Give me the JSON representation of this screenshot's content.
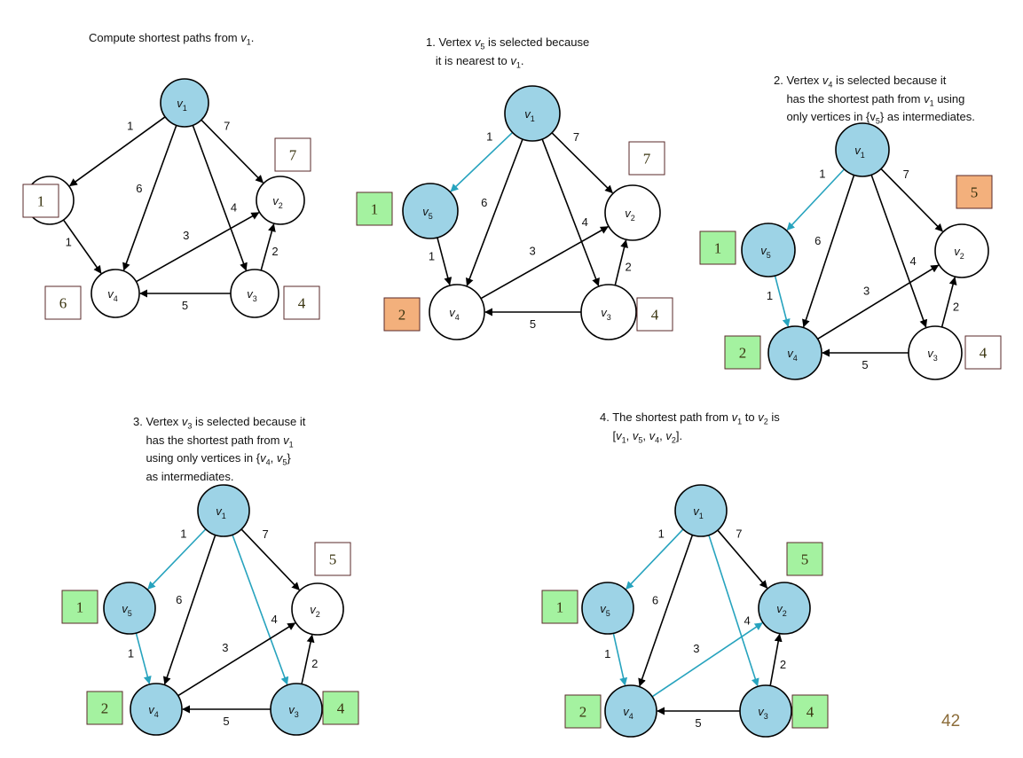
{
  "colors": {
    "visited_fill": "#9dd3e6",
    "unvisited_fill": "#ffffff",
    "tree_edge": "#27a3be",
    "normal_edge": "#000000",
    "box_green": "#a4f2a0",
    "box_orange": "#f3b07c",
    "box_white": "#ffffff",
    "box_border": "#5a2a2a",
    "box_text": "#3a3410"
  },
  "page_number": "42",
  "panels": [
    {
      "id": "step0",
      "caption": [
        [
          {
            "t": "Compute shortest paths from "
          },
          {
            "t": "v",
            "i": 1
          },
          {
            "t": "1",
            "s": 1
          },
          {
            "t": "."
          }
        ]
      ],
      "visited": [
        "v1"
      ],
      "tree_edges": [],
      "boxes": {
        "v5": {
          "value": "1",
          "color": "white"
        },
        "v4": {
          "value": "6",
          "color": "white"
        },
        "v3": {
          "value": "4",
          "color": "white"
        },
        "v2": {
          "value": "7",
          "color": "white"
        }
      }
    },
    {
      "id": "step1",
      "caption": [
        [
          {
            "t": "1. Vertex "
          },
          {
            "t": "v",
            "i": 1
          },
          {
            "t": "5",
            "s": 1
          },
          {
            "t": " is selected because"
          }
        ],
        [
          {
            "t": "   it is nearest to "
          },
          {
            "t": "v",
            "i": 1
          },
          {
            "t": "1",
            "s": 1
          },
          {
            "t": "."
          }
        ]
      ],
      "visited": [
        "v1",
        "v5"
      ],
      "tree_edges": [
        "v1-v5"
      ],
      "boxes": {
        "v5": {
          "value": "1",
          "color": "green"
        },
        "v4": {
          "value": "2",
          "color": "orange"
        },
        "v3": {
          "value": "4",
          "color": "white"
        },
        "v2": {
          "value": "7",
          "color": "white"
        }
      }
    },
    {
      "id": "step2",
      "caption": [
        [
          {
            "t": "2. Vertex "
          },
          {
            "t": "v",
            "i": 1
          },
          {
            "t": "4",
            "s": 1
          },
          {
            "t": " is selected because it"
          }
        ],
        [
          {
            "t": "    has the shortest path from "
          },
          {
            "t": "v",
            "i": 1
          },
          {
            "t": "1",
            "s": 1
          },
          {
            "t": " using"
          }
        ],
        [
          {
            "t": "    only vertices in {v"
          },
          {
            "t": "5",
            "s": 1
          },
          {
            "t": "} as intermediates."
          }
        ]
      ],
      "visited": [
        "v1",
        "v5",
        "v4"
      ],
      "tree_edges": [
        "v1-v5",
        "v5-v4"
      ],
      "boxes": {
        "v5": {
          "value": "1",
          "color": "green"
        },
        "v4": {
          "value": "2",
          "color": "green"
        },
        "v3": {
          "value": "4",
          "color": "white"
        },
        "v2": {
          "value": "5",
          "color": "orange"
        }
      }
    },
    {
      "id": "step3",
      "caption": [
        [
          {
            "t": "3. Vertex "
          },
          {
            "t": "v",
            "i": 1
          },
          {
            "t": "3",
            "s": 1
          },
          {
            "t": " is selected because it"
          }
        ],
        [
          {
            "t": "    has the shortest path from "
          },
          {
            "t": "v",
            "i": 1
          },
          {
            "t": "1",
            "s": 1
          }
        ],
        [
          {
            "t": "    using only vertices in {"
          },
          {
            "t": "v",
            "i": 1
          },
          {
            "t": "4",
            "s": 1
          },
          {
            "t": ", "
          },
          {
            "t": "v",
            "i": 1
          },
          {
            "t": "5",
            "s": 1
          },
          {
            "t": "}"
          }
        ],
        [
          {
            "t": "    as intermediates."
          }
        ]
      ],
      "visited": [
        "v1",
        "v5",
        "v4",
        "v3"
      ],
      "tree_edges": [
        "v1-v5",
        "v5-v4",
        "v1-v3"
      ],
      "boxes": {
        "v5": {
          "value": "1",
          "color": "green"
        },
        "v4": {
          "value": "2",
          "color": "green"
        },
        "v3": {
          "value": "4",
          "color": "green"
        },
        "v2": {
          "value": "5",
          "color": "white"
        }
      }
    },
    {
      "id": "step4",
      "caption": [
        [
          {
            "t": "4. The shortest path from "
          },
          {
            "t": "v",
            "i": 1
          },
          {
            "t": "1",
            "s": 1
          },
          {
            "t": " to "
          },
          {
            "t": "v",
            "i": 1
          },
          {
            "t": "2",
            "s": 1
          },
          {
            "t": " is"
          }
        ],
        [
          {
            "t": "    ["
          },
          {
            "t": "v",
            "i": 1
          },
          {
            "t": "1",
            "s": 1
          },
          {
            "t": ", "
          },
          {
            "t": "v",
            "i": 1
          },
          {
            "t": "5",
            "s": 1
          },
          {
            "t": ", "
          },
          {
            "t": "v",
            "i": 1
          },
          {
            "t": "4",
            "s": 1
          },
          {
            "t": ", "
          },
          {
            "t": "v",
            "i": 1
          },
          {
            "t": "2",
            "s": 1
          },
          {
            "t": "]."
          }
        ]
      ],
      "visited": [
        "v1",
        "v5",
        "v4",
        "v3",
        "v2"
      ],
      "tree_edges": [
        "v1-v5",
        "v5-v4",
        "v1-v3",
        "v4-v2"
      ],
      "boxes": {
        "v5": {
          "value": "1",
          "color": "green"
        },
        "v4": {
          "value": "2",
          "color": "green"
        },
        "v3": {
          "value": "4",
          "color": "green"
        },
        "v2": {
          "value": "5",
          "color": "green"
        }
      }
    }
  ],
  "graph": {
    "nodes": [
      {
        "id": "v1",
        "name": "v",
        "sub": "1"
      },
      {
        "id": "v2",
        "name": "v",
        "sub": "2"
      },
      {
        "id": "v3",
        "name": "v",
        "sub": "3"
      },
      {
        "id": "v4",
        "name": "v",
        "sub": "4"
      },
      {
        "id": "v5",
        "name": "v",
        "sub": "5"
      }
    ],
    "edges": [
      {
        "id": "v1-v5",
        "from": "v1",
        "to": "v5",
        "weight": "1"
      },
      {
        "id": "v1-v4",
        "from": "v1",
        "to": "v4",
        "weight": "6"
      },
      {
        "id": "v1-v3",
        "from": "v1",
        "to": "v3",
        "weight": "4"
      },
      {
        "id": "v1-v2",
        "from": "v1",
        "to": "v2",
        "weight": "7"
      },
      {
        "id": "v5-v4",
        "from": "v5",
        "to": "v4",
        "weight": "1"
      },
      {
        "id": "v4-v2",
        "from": "v4",
        "to": "v2",
        "weight": "3"
      },
      {
        "id": "v3-v2",
        "from": "v3",
        "to": "v2",
        "weight": "2"
      },
      {
        "id": "v3-v4",
        "from": "v3",
        "to": "v4",
        "weight": "5"
      }
    ]
  }
}
